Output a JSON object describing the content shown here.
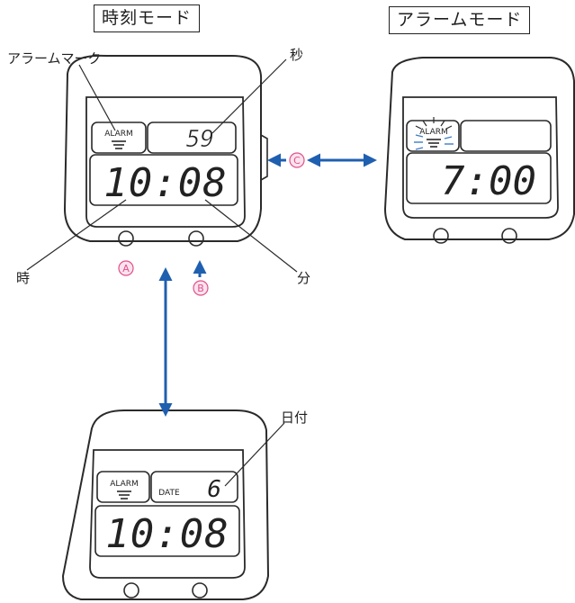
{
  "titles": {
    "time_mode": "時刻モード",
    "alarm_mode": "アラームモード"
  },
  "labels": {
    "alarm_mark": "アラームマーク",
    "seconds": "秒",
    "hour": "時",
    "minute": "分",
    "date": "日付"
  },
  "watches": {
    "time_mode": {
      "alarm_text": "ALARM",
      "seconds": "59",
      "time": "10:08"
    },
    "alarm_mode": {
      "alarm_text": "ALARM",
      "time": "7:00"
    },
    "date_mode": {
      "alarm_text": "ALARM",
      "date_label": "DATE",
      "date_value": "6",
      "time": "10:08"
    }
  },
  "buttons": {
    "a": "A",
    "b": "B",
    "c": "C"
  },
  "colors": {
    "line": "#2a2a2a",
    "arrow": "#1f5fb0",
    "button_marker": "#e0508a",
    "alarm_glow": "#3a7cc8"
  }
}
